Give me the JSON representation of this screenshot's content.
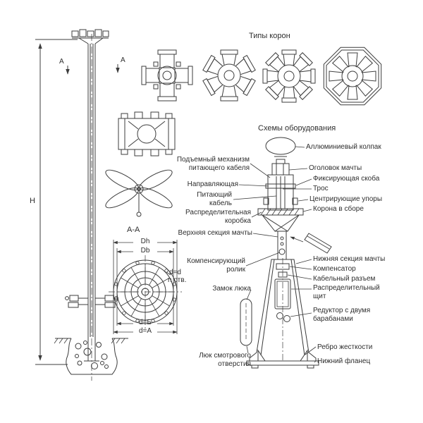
{
  "page": {
    "background": "#ffffff",
    "line_color": "#3c3c3c"
  },
  "titles": {
    "crown_types": "Типы корон",
    "equipment": "Схемы оборудования",
    "section_view": "A-A"
  },
  "dimensions": {
    "height": "H",
    "section_cut": "A",
    "dh": "Dh",
    "db": "Db",
    "hole_note_1": "d=d",
    "hole_note_2": "n отв.",
    "dim_b": "d=Б",
    "dim_a": "d=A"
  },
  "labels_left": [
    {
      "id": "hoist-mechanism",
      "text": "Подъемный механизм питающего кабеля"
    },
    {
      "id": "guide",
      "text": "Направляющая"
    },
    {
      "id": "feeding-cable",
      "text": "Питающий кабель"
    },
    {
      "id": "junction-box",
      "text": "Распределительная коробка"
    },
    {
      "id": "upper-mast-section",
      "text": "Верхняя секция мачты"
    },
    {
      "id": "compensating-roller",
      "text": "Компенсирующий ролик"
    },
    {
      "id": "hatch-lock",
      "text": "Замок люка"
    },
    {
      "id": "inspection-hatch",
      "text": "Люк смотрового отверстия"
    }
  ],
  "labels_right": [
    {
      "id": "aluminum-cap",
      "text": "Аллюминиевый колпак"
    },
    {
      "id": "mast-head",
      "text": "Оголовок мачты"
    },
    {
      "id": "fixing-clamp",
      "text": "Фиксирующая скоба"
    },
    {
      "id": "rope",
      "text": "Трос"
    },
    {
      "id": "centering-stops",
      "text": "Центрирующие упоры"
    },
    {
      "id": "crown-assembly",
      "text": "Корона в сборе"
    },
    {
      "id": "lower-mast-section",
      "text": "Нижняя секция мачты"
    },
    {
      "id": "compensator",
      "text": "Компенсатор"
    },
    {
      "id": "cable-connector",
      "text": "Кабельный разъем"
    },
    {
      "id": "switchboard",
      "text": "Распределительный щит"
    },
    {
      "id": "reducer",
      "text": "Редуктор с двумя барабанами"
    },
    {
      "id": "stiffening-rib",
      "text": "Ребро жесткости"
    },
    {
      "id": "bottom-flange",
      "text": "Нижний фланец"
    }
  ]
}
